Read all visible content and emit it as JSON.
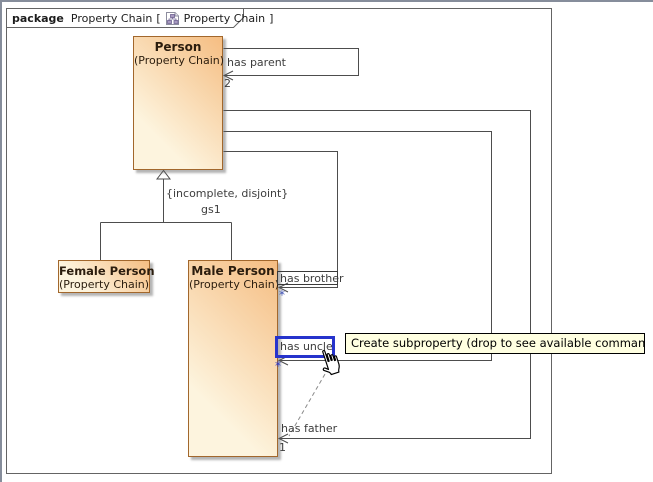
{
  "header": {
    "keyword": "package",
    "package_name": "Property Chain",
    "bracket_open": "[",
    "diagram_name": "Property Chain",
    "bracket_close": "]"
  },
  "classes": {
    "person": {
      "name": "Person",
      "stereotype": "(Property Chain)"
    },
    "female": {
      "name": "Female Person",
      "stereotype": "(Property Chain)"
    },
    "male": {
      "name": "Male Person",
      "stereotype": "(Property Chain)"
    }
  },
  "associations": {
    "has_parent": {
      "label": "has parent",
      "multiplicity": "2"
    },
    "has_brother": {
      "label": "has brother",
      "multiplicity": "*"
    },
    "has_uncle": {
      "label": "has uncle",
      "multiplicity": "*",
      "state": "selected"
    },
    "has_father": {
      "label": "has father",
      "multiplicity": "1"
    }
  },
  "generalization_set": {
    "constraint": "{incomplete, disjoint}",
    "name": "gs1"
  },
  "tooltip": {
    "text": "Create subproperty (drop to see available commands...)"
  },
  "colors": {
    "class_fill_light": "#fdf4de",
    "class_fill_dark": "#f5bd82",
    "class_border": "#a2672c",
    "line": "#4d4d4d",
    "selection_blue": "#2633cc",
    "tooltip_bg": "#ffffe1"
  }
}
